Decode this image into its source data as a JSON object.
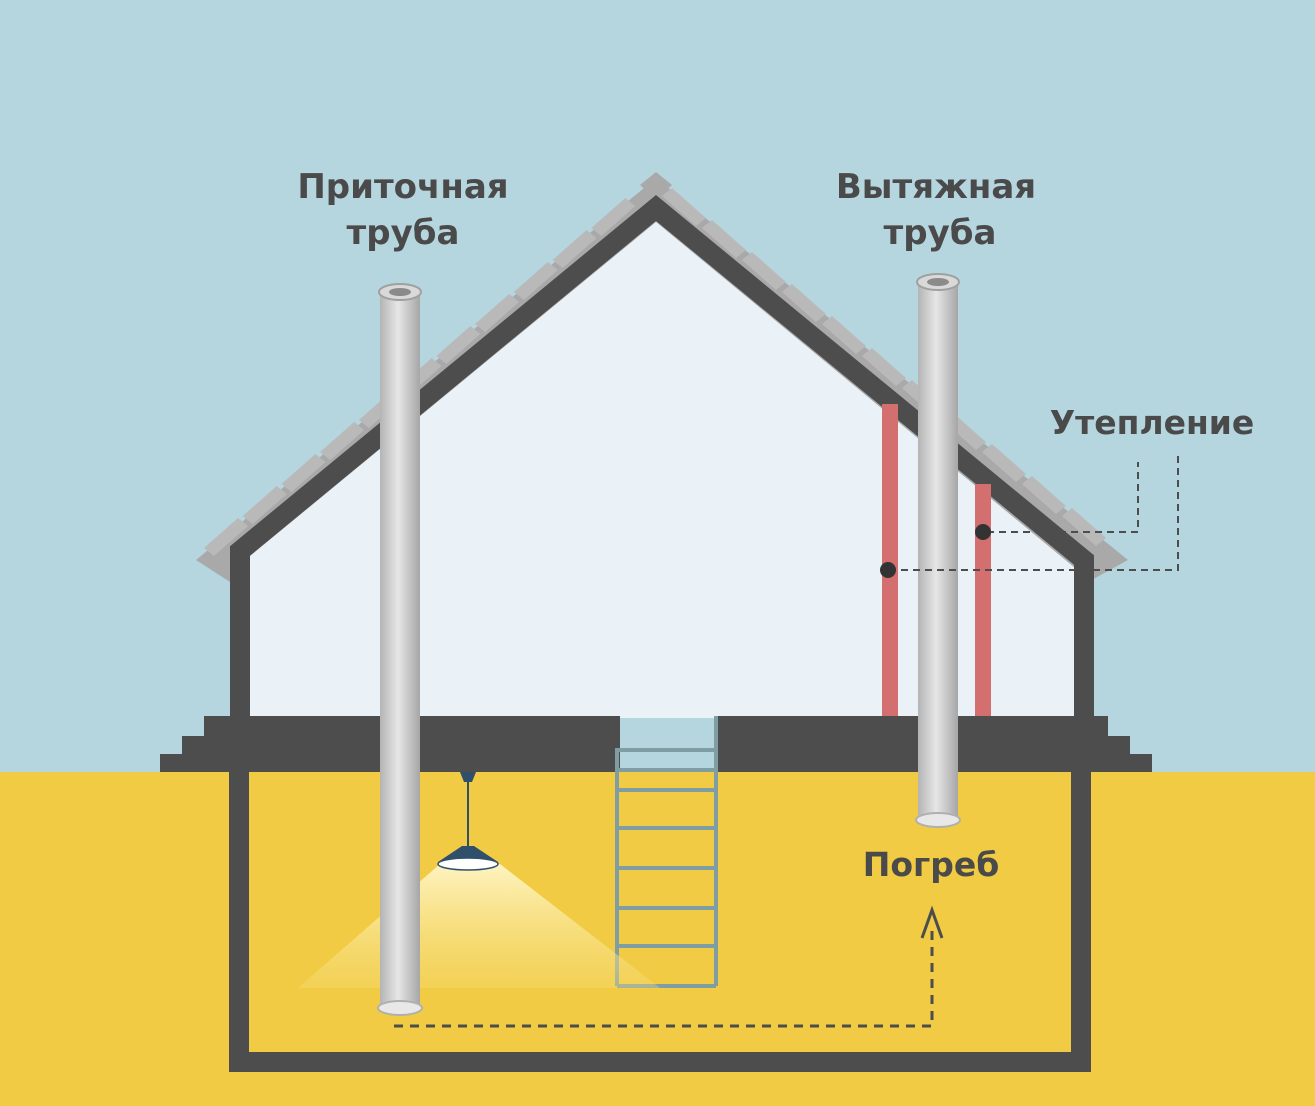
{
  "labels": {
    "supply_pipe_line1": "Приточная",
    "supply_pipe_line2": "труба",
    "exhaust_pipe_line1": "Вытяжная",
    "exhaust_pipe_line2": "труба",
    "insulation": "Утепление",
    "cellar": "Погреб"
  },
  "colors": {
    "sky": "#b5d6df",
    "ground": "#f1cb43",
    "interior": "#eaf2f7",
    "walls": "#4d4d4d",
    "roof_tiles": "#a9a9a9",
    "pipe": "#cfcfcf",
    "insulation": "#d46f6f",
    "ladder": "#7f9ea3",
    "lamp": "#2f4f6a",
    "text": "#4a4a4a"
  }
}
